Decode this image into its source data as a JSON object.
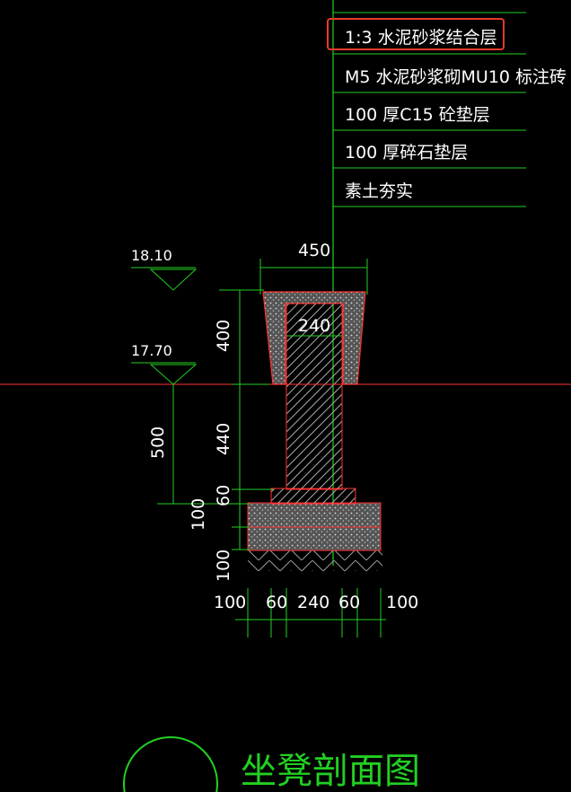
{
  "layer_callout": {
    "items": [
      {
        "text": "1:3  水泥砂浆结合层",
        "highlighted": true
      },
      {
        "text": "M5  水泥砂浆砌MU10   标注砖",
        "highlighted": false
      },
      {
        "text": "100  厚C15  砼垫层",
        "highlighted": false
      },
      {
        "text": "100  厚碎石垫层",
        "highlighted": false
      },
      {
        "text": "素土夯实",
        "highlighted": false
      }
    ]
  },
  "elevations": {
    "top": "18.10",
    "ground": "17.70"
  },
  "dimensions": {
    "top_width": "450",
    "inner_width": "240",
    "vertical": [
      "400",
      "440",
      "60",
      "100",
      "100"
    ],
    "left_total": "500",
    "bottom": [
      "100",
      "60",
      "240",
      "60",
      "100"
    ]
  },
  "title": "坐凳剖面图",
  "colors": {
    "background": "#000000",
    "lines": "#22d022",
    "section_red": "#ff3030",
    "highlight": "#e83a2a",
    "text": "#ffffff"
  }
}
